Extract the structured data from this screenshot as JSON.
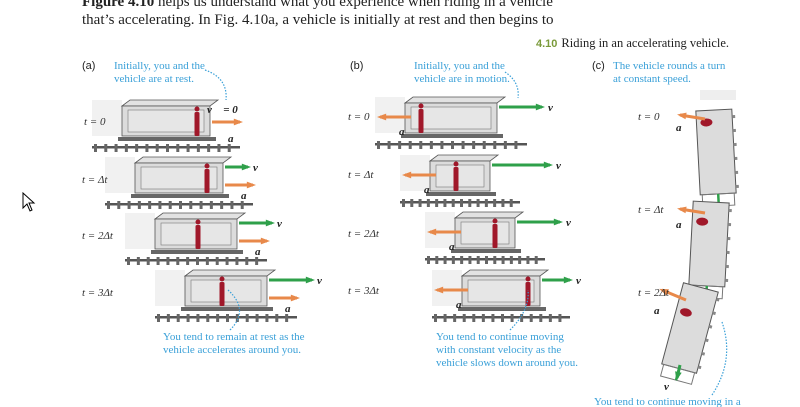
{
  "body_text": {
    "line1_bold": "Figure 4.10",
    "line1_rest": " helps us understand what you experience when riding in a vehicle",
    "line2": "that’s accelerating. In Fig. 4.10a, a vehicle is initially at rest and then begins to"
  },
  "figure": {
    "number": "4.10",
    "title": "Riding in an accelerating vehicle.",
    "symbols": {
      "velocity": "v⃗",
      "acceleration": "a⃗",
      "v_zero": "v⃗ = 0"
    },
    "colors": {
      "velocity": "#2fa04a",
      "acceleration": "#e8894a",
      "annotation": "#3aa0d8",
      "person": "#a0182a"
    },
    "panels": [
      {
        "letter": "(a)",
        "top_note": [
          "Initially, you and the",
          "vehicle are at rest."
        ],
        "times": [
          "t = 0",
          "t = Δt",
          "t = 2Δt",
          "t = 3Δt"
        ],
        "bottom_note": [
          "You tend to remain at rest as the",
          "vehicle accelerates around you."
        ]
      },
      {
        "letter": "(b)",
        "top_note": [
          "Initially, you and the",
          "vehicle are in motion."
        ],
        "times": [
          "t = 0",
          "t = Δt",
          "t = 2Δt",
          "t = 3Δt"
        ],
        "bottom_note": [
          "You tend to continue moving",
          "with constant velocity as the",
          "vehicle slows down around you."
        ]
      },
      {
        "letter": "(c)",
        "top_note": [
          "The vehicle rounds a turn",
          "at constant speed."
        ],
        "times": [
          "t = 0",
          "t = Δt",
          "t = 2Δt"
        ],
        "bottom_note": [
          "You tend to continue moving in a"
        ]
      }
    ]
  }
}
